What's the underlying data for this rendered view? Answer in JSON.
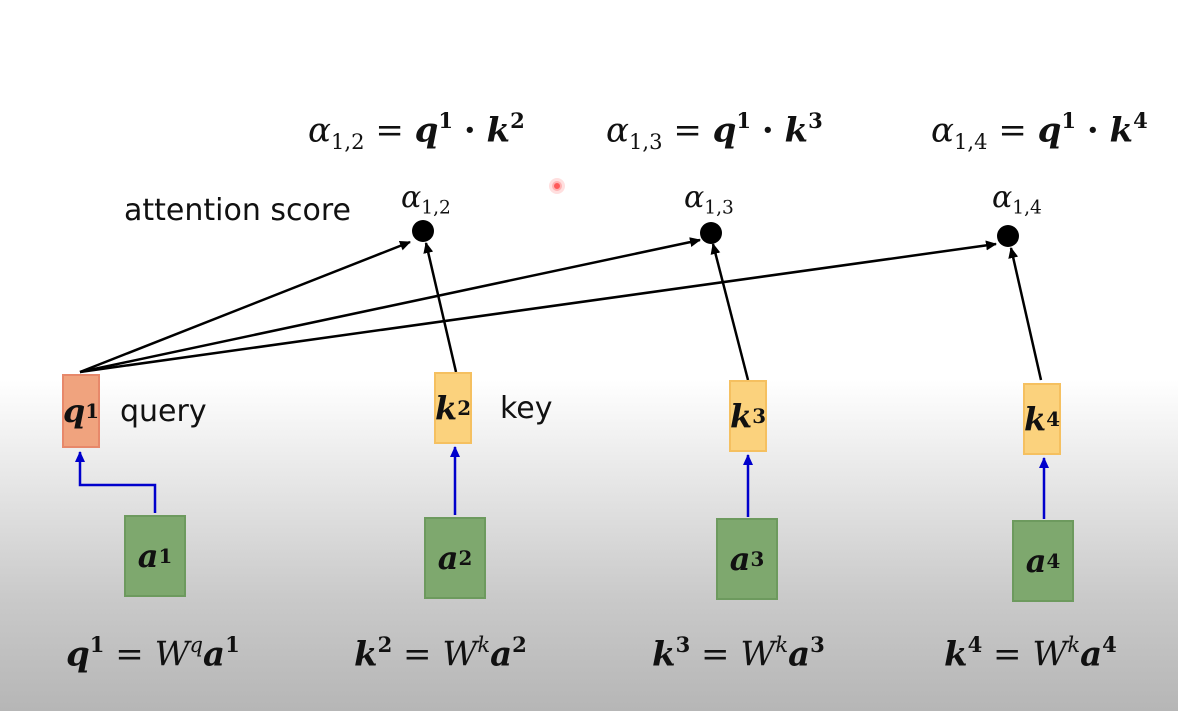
{
  "formulas_top": [
    {
      "alpha": "α",
      "alpha_sub": "1,2",
      "eq": "=",
      "q": "q",
      "q_sup": "1",
      "dot": "·",
      "k": "k",
      "k_sup": "2"
    },
    {
      "alpha": "α",
      "alpha_sub": "1,3",
      "eq": "=",
      "q": "q",
      "q_sup": "1",
      "dot": "·",
      "k": "k",
      "k_sup": "3"
    },
    {
      "alpha": "α",
      "alpha_sub": "1,4",
      "eq": "=",
      "q": "q",
      "q_sup": "1",
      "dot": "·",
      "k": "k",
      "k_sup": "4"
    }
  ],
  "attention_label": "attention score",
  "score_nodes": [
    {
      "alpha": "α",
      "sub": "1,2"
    },
    {
      "alpha": "α",
      "sub": "1,3"
    },
    {
      "alpha": "α",
      "sub": "1,4"
    }
  ],
  "query": {
    "symbol": "q",
    "sup": "1",
    "label": "query"
  },
  "keys": [
    {
      "symbol": "k",
      "sup": "2",
      "label": "key"
    },
    {
      "symbol": "k",
      "sup": "3"
    },
    {
      "symbol": "k",
      "sup": "4"
    }
  ],
  "inputs": [
    {
      "symbol": "a",
      "sup": "1"
    },
    {
      "symbol": "a",
      "sup": "2"
    },
    {
      "symbol": "a",
      "sup": "3"
    },
    {
      "symbol": "a",
      "sup": "4"
    }
  ],
  "formulas_bottom": [
    {
      "lhs": "q",
      "lhs_sup": "1",
      "eq": "=",
      "W": "W",
      "W_sup": "q",
      "rhs": "a",
      "rhs_sup": "1"
    },
    {
      "lhs": "k",
      "lhs_sup": "2",
      "eq": "=",
      "W": "W",
      "W_sup": "k",
      "rhs": "a",
      "rhs_sup": "2"
    },
    {
      "lhs": "k",
      "lhs_sup": "3",
      "eq": "=",
      "W": "W",
      "W_sup": "k",
      "rhs": "a",
      "rhs_sup": "3"
    },
    {
      "lhs": "k",
      "lhs_sup": "4",
      "eq": "=",
      "W": "W",
      "W_sup": "k",
      "rhs": "a",
      "rhs_sup": "4"
    }
  ],
  "colors": {
    "query_box": "#f0a37e",
    "key_box": "#fbd27d",
    "input_box": "#7ea86e",
    "input_arrow": "#0000cc",
    "attention_arrow": "#000000"
  }
}
